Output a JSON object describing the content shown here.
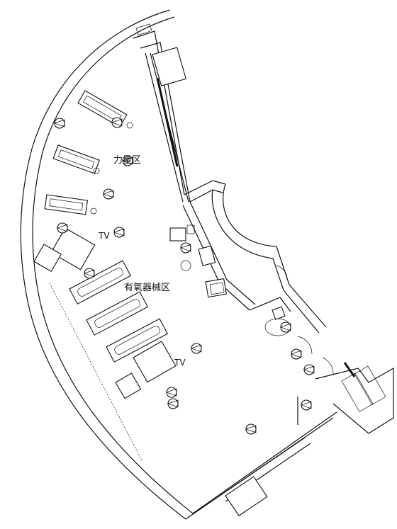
{
  "labels": {
    "strength_zone": "力量区",
    "aerobic_zone": "有氧器械区",
    "tv_1": "TV",
    "tv_2": "TV"
  },
  "legend_icon": "ceiling-speaker-icon",
  "colors": {
    "line": "#111111",
    "background": "#ffffff"
  }
}
